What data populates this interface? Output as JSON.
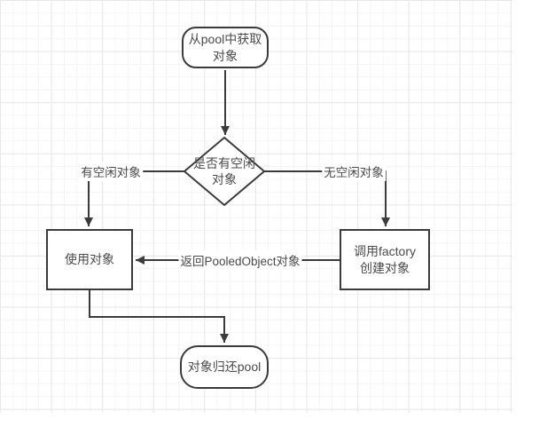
{
  "diagram": {
    "title": "object-pool-flowchart",
    "colors": {
      "stroke": "#3b3b3b",
      "text": "#4a4a4a",
      "node_fill": "#ffffff",
      "grid_minor": "#f4f4f4",
      "grid_major": "#e7e7e7",
      "canvas": "#ffffff"
    },
    "nodes": [
      {
        "id": "start",
        "type": "rounded-rect",
        "label": "从pool中获取\n对象"
      },
      {
        "id": "decision",
        "type": "diamond",
        "label": "是否有空闲\n对象"
      },
      {
        "id": "use",
        "type": "rect",
        "label": "使用对象"
      },
      {
        "id": "factory",
        "type": "rect",
        "label": "调用factory\n创建对象"
      },
      {
        "id": "return",
        "type": "rounded-rect",
        "label": "对象归还pool"
      }
    ],
    "edges": [
      {
        "from": "start",
        "to": "decision",
        "label": ""
      },
      {
        "from": "decision",
        "to": "use",
        "label": "有空闲对象"
      },
      {
        "from": "decision",
        "to": "factory",
        "label": "无空闲对象"
      },
      {
        "from": "factory",
        "to": "use",
        "label": "返回PooledObject对象"
      },
      {
        "from": "use",
        "to": "return",
        "label": ""
      }
    ]
  }
}
